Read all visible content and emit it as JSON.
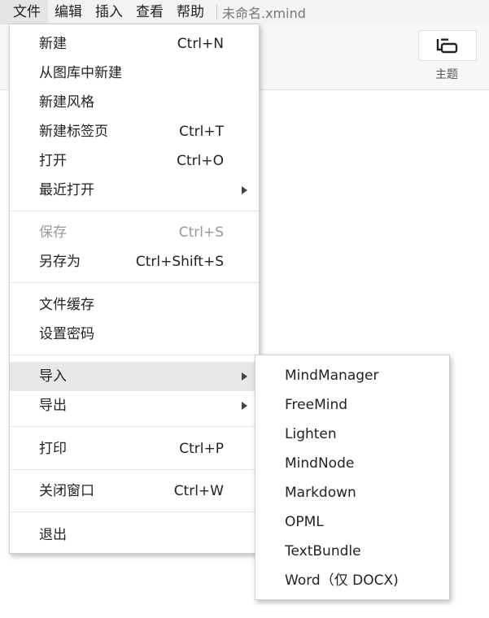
{
  "menubar": {
    "items": [
      "文件",
      "编辑",
      "插入",
      "查看",
      "帮助"
    ],
    "document_title": "未命名.xmind"
  },
  "toolbar": {
    "topic_label": "主题",
    "topic_icon": "topic-icon"
  },
  "file_menu": {
    "items": [
      {
        "label": "新建",
        "shortcut": "Ctrl+N"
      },
      {
        "label": "从图库中新建",
        "shortcut": ""
      },
      {
        "label": "新建风格",
        "shortcut": ""
      },
      {
        "label": "新建标签页",
        "shortcut": "Ctrl+T"
      },
      {
        "label": "打开",
        "shortcut": "Ctrl+O"
      },
      {
        "label": "最近打开",
        "shortcut": "",
        "submenu": true
      },
      {
        "label": "保存",
        "shortcut": "Ctrl+S",
        "disabled": true
      },
      {
        "label": "另存为",
        "shortcut": "Ctrl+Shift+S"
      },
      {
        "label": "文件缓存",
        "shortcut": ""
      },
      {
        "label": "设置密码",
        "shortcut": ""
      },
      {
        "label": "导入",
        "shortcut": "",
        "submenu": true,
        "active": true
      },
      {
        "label": "导出",
        "shortcut": "",
        "submenu": true
      },
      {
        "label": "打印",
        "shortcut": "Ctrl+P"
      },
      {
        "label": "关闭窗口",
        "shortcut": "Ctrl+W"
      },
      {
        "label": "退出",
        "shortcut": ""
      }
    ]
  },
  "import_submenu": {
    "items": [
      "MindManager",
      "FreeMind",
      "Lighten",
      "MindNode",
      "Markdown",
      "OPML",
      "TextBundle",
      "Word（仅 DOCX)"
    ]
  }
}
